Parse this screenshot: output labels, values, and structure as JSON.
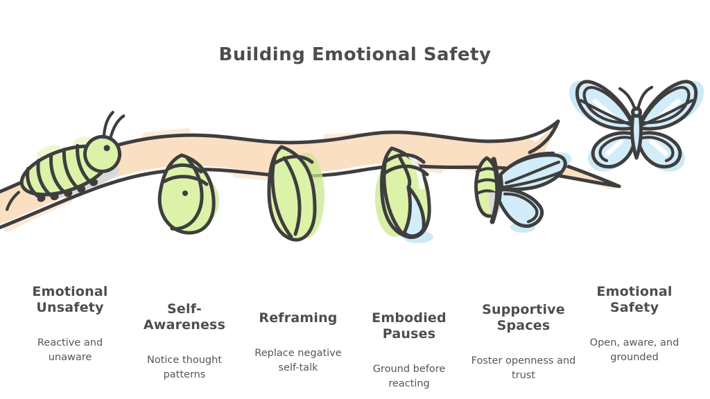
{
  "title": "Building Emotional Safety",
  "colors": {
    "background": "#ffffff",
    "text": "#4d4d4d",
    "text-soft": "#555555",
    "outline": "#3e3e3e",
    "green": "#ddf2a9",
    "green-shade": "#c9e88f",
    "blue": "#d3ecf9",
    "blue-shade": "#bfe3f4",
    "peach": "#fbdfc3",
    "gray-smudge": "#d9d9d9"
  },
  "stages": [
    {
      "heading": "Emotional\nUnsafety",
      "description": "Reactive and\nunaware",
      "icon": "caterpillar-icon"
    },
    {
      "heading": "Self-\nAwareness",
      "description": "Notice thought\npatterns",
      "icon": "cocoon-icon"
    },
    {
      "heading": "Reframing",
      "description": "Replace negative\nself-talk",
      "icon": "chrysalis-icon"
    },
    {
      "heading": "Embodied\nPauses",
      "description": "Ground before\nreacting",
      "icon": "chrysalis-emerging-icon"
    },
    {
      "heading": "Supportive\nSpaces",
      "description": "Foster openness and\ntrust",
      "icon": "emerging-butterfly-icon"
    },
    {
      "heading": "Emotional\nSafety",
      "description": "Open, aware, and\ngrounded",
      "icon": "butterfly-icon"
    }
  ]
}
